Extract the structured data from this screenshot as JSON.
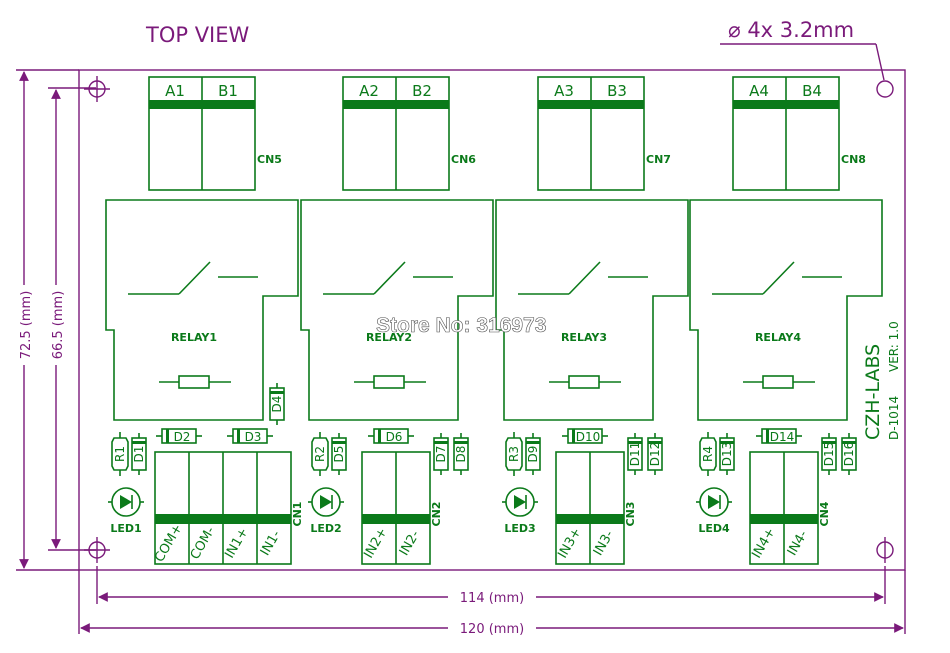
{
  "view_title": "TOP VIEW",
  "hole_spec": "⌀ 4x  3.2mm",
  "watermark": "Store No: 316973",
  "brand": "CZH-LABS",
  "part_number": "D-1014",
  "version": "VER: 1.0",
  "dimensions": {
    "outer_width": "120 (mm)",
    "hole_width": "114 (mm)",
    "outer_height": "72.5 (mm)",
    "hole_height": "66.5 (mm)"
  },
  "top_connectors": [
    {
      "label": "CN5",
      "pins": [
        "A1",
        "B1"
      ]
    },
    {
      "label": "CN6",
      "pins": [
        "A2",
        "B2"
      ]
    },
    {
      "label": "CN7",
      "pins": [
        "A3",
        "B3"
      ]
    },
    {
      "label": "CN8",
      "pins": [
        "A4",
        "B4"
      ]
    }
  ],
  "relays": [
    "RELAY1",
    "RELAY2",
    "RELAY3",
    "RELAY4"
  ],
  "channels": [
    {
      "resistor": "R1",
      "diodes": [
        "D1"
      ],
      "inline": [
        "D2",
        "D3"
      ],
      "vertical": "D4",
      "led": "LED1",
      "cn": "CN1",
      "pins": [
        "COM+",
        "COM-",
        "IN1+",
        "IN1-"
      ]
    },
    {
      "resistor": "R2",
      "diodes": [
        "D5"
      ],
      "inline": [
        "D6"
      ],
      "pair": [
        "D7",
        "D8"
      ],
      "led": "LED2",
      "cn": "CN2",
      "pins": [
        "IN2+",
        "IN2-"
      ]
    },
    {
      "resistor": "R3",
      "diodes": [
        "D9"
      ],
      "inline": [
        "D10"
      ],
      "pair": [
        "D11",
        "D12"
      ],
      "led": "LED3",
      "cn": "CN3",
      "pins": [
        "IN3+",
        "IN3-"
      ]
    },
    {
      "resistor": "R4",
      "diodes": [
        "D13"
      ],
      "inline": [
        "D14"
      ],
      "pair": [
        "D15",
        "D16"
      ],
      "led": "LED4",
      "cn": "CN4",
      "pins": [
        "IN4+",
        "IN4-"
      ]
    }
  ],
  "colors": {
    "outline": "#7a1a7a",
    "silkscreen": "#0b7a1a",
    "background": "#ffffff"
  }
}
